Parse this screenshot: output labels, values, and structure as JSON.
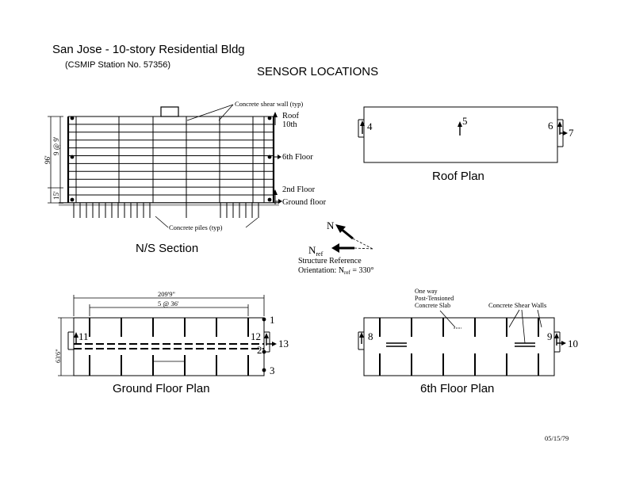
{
  "header": {
    "title": "San Jose - 10-story Residential Bldg",
    "station": "(CSMIP Station No. 57356)",
    "heading": "SENSOR LOCATIONS"
  },
  "section": {
    "caption": "N/S Section",
    "shear_wall_label": "Concrete shear wall (typ)",
    "piles_label": "Concrete piles (typ)",
    "floors": {
      "roof": "Roof",
      "tenth": "10th",
      "sixth": "6th Floor",
      "second": "2nd Floor",
      "ground": "Ground floor"
    },
    "dims": {
      "total": "96'",
      "bays": "9 @ 9'",
      "base": "15'"
    }
  },
  "roof_plan": {
    "caption": "Roof Plan",
    "sensors": [
      "4",
      "5",
      "6",
      "7"
    ]
  },
  "orientation": {
    "north": "N",
    "nref": "N",
    "nref_sub": "ref",
    "line1": "Structure Reference",
    "line2_prefix": "Orientation: N",
    "line2_sub": "ref",
    "line2_suffix": " = 330°"
  },
  "ground_plan": {
    "caption": "Ground Floor Plan",
    "overall_dim": "209'9\"",
    "bay_dim": "5 @ 36'",
    "side_dim": "63'6\"",
    "sensors": [
      "11",
      "12",
      "13",
      "1",
      "2",
      "3"
    ]
  },
  "sixth_plan": {
    "caption": "6th Floor Plan",
    "slab_label_1": "One way",
    "slab_label_2": "Post-Tensioned",
    "slab_label_3": "Concrete Slab",
    "walls_label": "Concrete Shear Walls",
    "sensors": [
      "8",
      "9",
      "10"
    ]
  },
  "footer": {
    "date": "05/15/79"
  }
}
